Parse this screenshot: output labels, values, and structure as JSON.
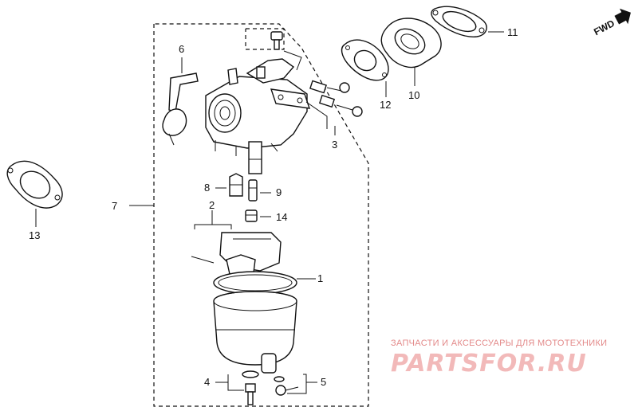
{
  "diagram": {
    "direction_label": "FWD",
    "part_labels": {
      "p1": "1",
      "p2": "2",
      "p3": "3",
      "p4": "4",
      "p5": "5",
      "p6": "6",
      "p7": "7",
      "p8": "8",
      "p9": "9",
      "p10": "10",
      "p11": "11",
      "p12": "12",
      "p13": "13",
      "p14": "14"
    }
  },
  "watermark": {
    "tagline": "ЗАПЧАСТИ И АКСЕССУАРЫ ДЛЯ МОТОТЕХНИКИ",
    "brand": "PARTSFOR.RU"
  }
}
